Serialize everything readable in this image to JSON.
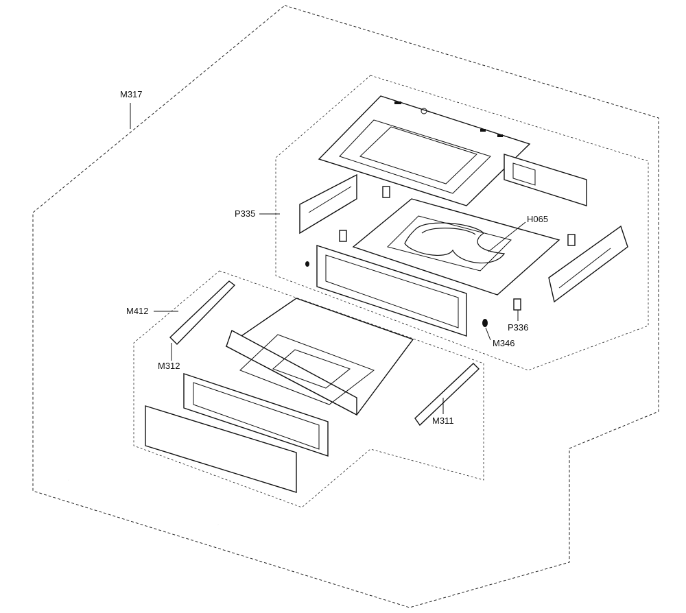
{
  "diagram": {
    "labels": {
      "m317": "M317",
      "p335": "P335",
      "h065": "H065",
      "p336": "P336",
      "m346": "M346",
      "m412": "M412",
      "m312": "M312",
      "m311": "M311"
    },
    "colors": {
      "line": "#111111",
      "background": "#ffffff"
    }
  }
}
